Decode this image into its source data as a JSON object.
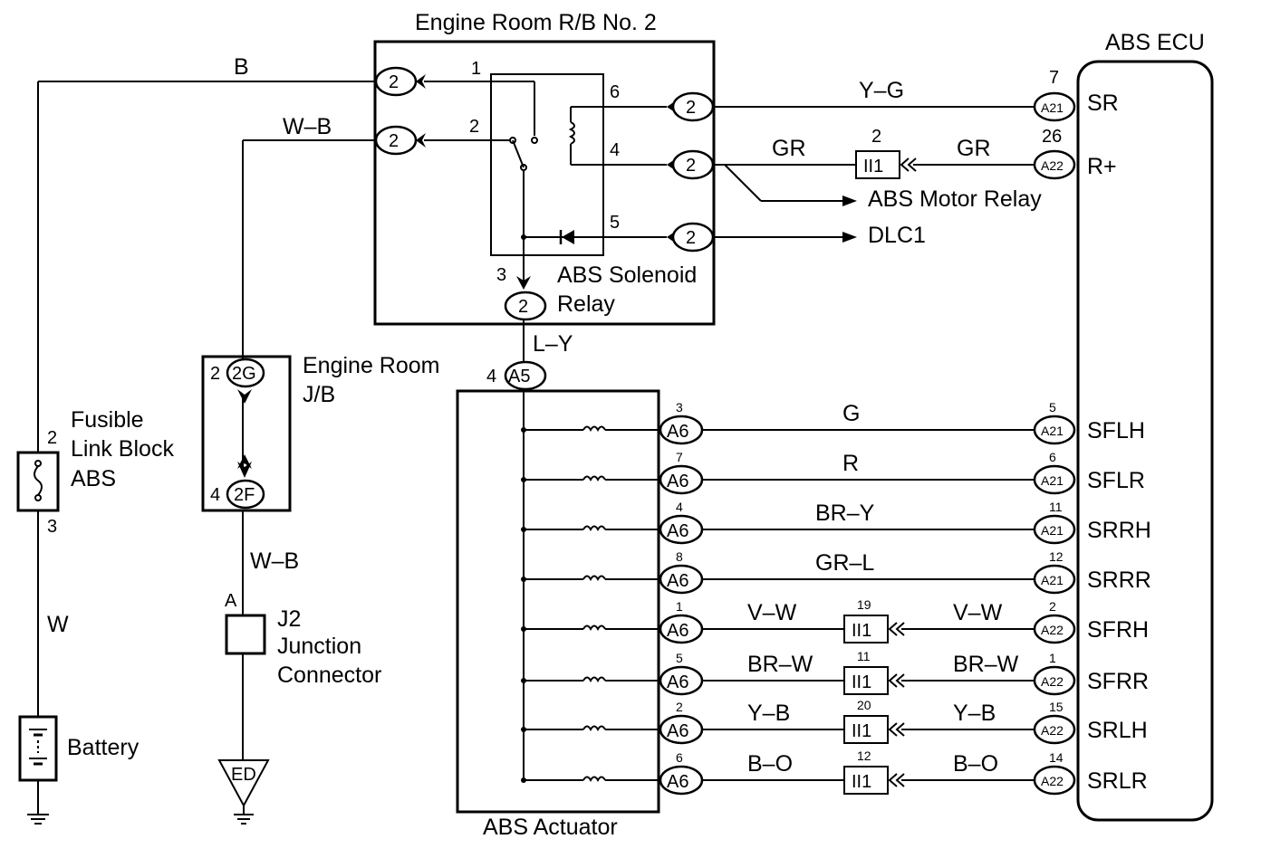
{
  "components": {
    "relay_box": "Engine Room R/B No. 2",
    "abs_ecu": "ABS ECU",
    "solenoid_relay": [
      "ABS Solenoid",
      "Relay"
    ],
    "jb": [
      "Engine Room",
      "J/B"
    ],
    "fusible_link": [
      "Fusible",
      "Link Block",
      "ABS"
    ],
    "junction": [
      "J2",
      "Junction",
      "Connector"
    ],
    "battery": "Battery",
    "actuator": "ABS Actuator",
    "motor_relay": "ABS Motor Relay",
    "dlc": "DLC1",
    "ground": "ED"
  },
  "wires": {
    "top_b": "B",
    "wb_top": "W–B",
    "wb_bottom": "W–B",
    "w": "W",
    "ly": "L–Y",
    "yg": "Y–G",
    "gr_left": "GR",
    "gr_right": "GR"
  },
  "pins": {
    "relay": [
      "1",
      "2",
      "6",
      "4",
      "5",
      "3"
    ],
    "fusible": [
      "2",
      "3"
    ],
    "jb": [
      "2",
      "4"
    ],
    "j2": "A",
    "actuator_in": "4",
    "ecu_sr": "7",
    "ecu_rplus": "26",
    "motor_relay": "2"
  },
  "connectors": {
    "relay": "2",
    "jb_top": "2G",
    "jb_bottom": "2F",
    "actuator_in": "A5",
    "actuator": "A6",
    "joint": "II1",
    "ecu_a21": "A21",
    "ecu_a22": "A22"
  },
  "ecu_terminals": {
    "sr": "SR",
    "rplus": "R+"
  },
  "solenoid_rows": [
    {
      "pin_left": "3",
      "wire": "G",
      "ecu_conn": "A21",
      "pin_right": "5",
      "terminal": "SFLH"
    },
    {
      "pin_left": "7",
      "wire": "R",
      "ecu_conn": "A21",
      "pin_right": "6",
      "terminal": "SFLR"
    },
    {
      "pin_left": "4",
      "wire": "BR–Y",
      "ecu_conn": "A21",
      "pin_right": "11",
      "terminal": "SRRH"
    },
    {
      "pin_left": "8",
      "wire": "GR–L",
      "ecu_conn": "A21",
      "pin_right": "12",
      "terminal": "SRRR"
    },
    {
      "pin_left": "1",
      "wire": "V–W",
      "joint_pin": "19",
      "wire2": "V–W",
      "ecu_conn": "A22",
      "pin_right": "2",
      "terminal": "SFRH"
    },
    {
      "pin_left": "5",
      "wire": "BR–W",
      "joint_pin": "11",
      "wire2": "BR–W",
      "ecu_conn": "A22",
      "pin_right": "1",
      "terminal": "SFRR"
    },
    {
      "pin_left": "2",
      "wire": "Y–B",
      "joint_pin": "20",
      "wire2": "Y–B",
      "ecu_conn": "A22",
      "pin_right": "15",
      "terminal": "SRLH"
    },
    {
      "pin_left": "6",
      "wire": "B–O",
      "joint_pin": "12",
      "wire2": "B–O",
      "ecu_conn": "A22",
      "pin_right": "14",
      "terminal": "SRLR"
    }
  ]
}
